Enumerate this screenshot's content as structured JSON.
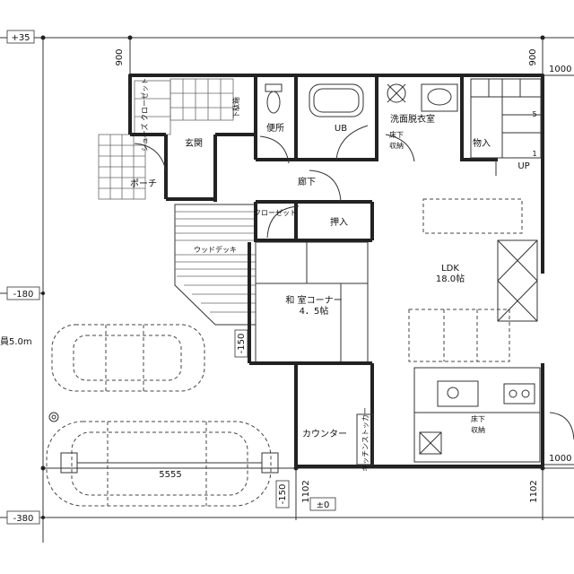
{
  "dimensions": {
    "level_top": "+35",
    "level_mid": "-180",
    "level_bottom": "-380",
    "left_900": "900",
    "right_900": "900",
    "right_top_1000": "1000",
    "right_bottom_1000": "1000",
    "bottom_1102_left": "1102",
    "bottom_1102_right": "1102",
    "step_150_a": "-150",
    "step_150_b": "-150",
    "ground_zero": "±0",
    "road_width": "員5.0m",
    "parking_width": "5555"
  },
  "rooms": {
    "shoe_closet": "シューズ クローゼット",
    "shoe_box": "下駄箱",
    "entrance": "玄関",
    "porch": "ポーチ",
    "toilet": "便所",
    "unit_bath": "UB",
    "washroom": "洗面脱衣室",
    "underfloor_storage_1": "床下\n収納",
    "storage_room": "物入",
    "up": "UP",
    "hallway": "廊下",
    "closet": "クローゼット",
    "oshiire": "押入",
    "wood_deck": "ウッドデッキ",
    "ldk": "LDK\n18.0帖",
    "japanese_corner": "和 室コーナー\n4．5帖",
    "counter": "カウンター",
    "kitchen_stocker": "キッチンストッカー",
    "underfloor_storage_2": "床下\n収納",
    "stair_step": "5",
    "stair_step_1": "1"
  }
}
